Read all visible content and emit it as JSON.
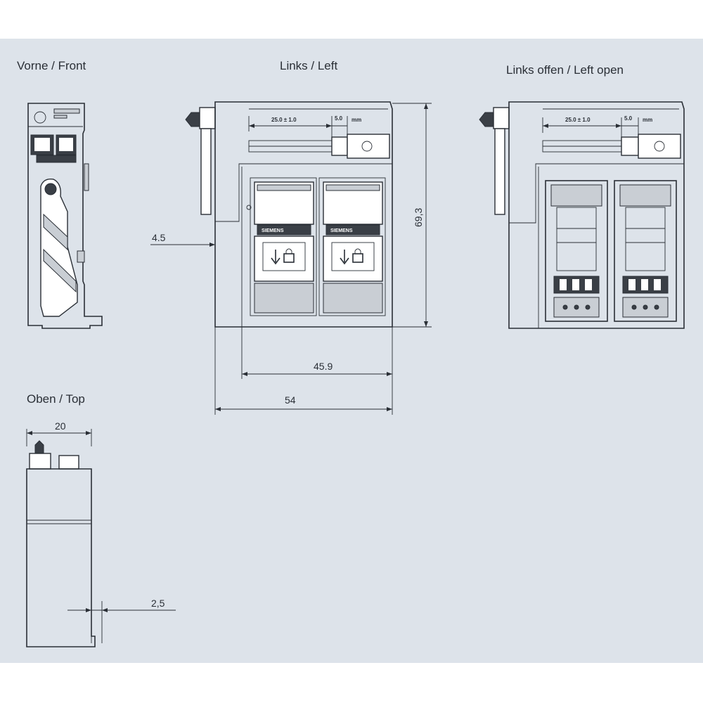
{
  "views": {
    "front": {
      "title": "Vorne / Front"
    },
    "left": {
      "title": "Links / Left"
    },
    "left_open": {
      "title": "Links offen / Left open"
    },
    "top": {
      "title": "Oben / Top"
    }
  },
  "dimensions": {
    "left_offset": "4.5",
    "inner_width": "45.9",
    "total_width": "54",
    "height": "69,3",
    "top_width": "20",
    "top_offset": "2,5",
    "stroke_small": "25.0 ± 1.0",
    "stroke_extra": "5.0",
    "stroke_unit": "mm"
  },
  "colors": {
    "background": "#dde3ea",
    "line": "#2a2f36"
  }
}
